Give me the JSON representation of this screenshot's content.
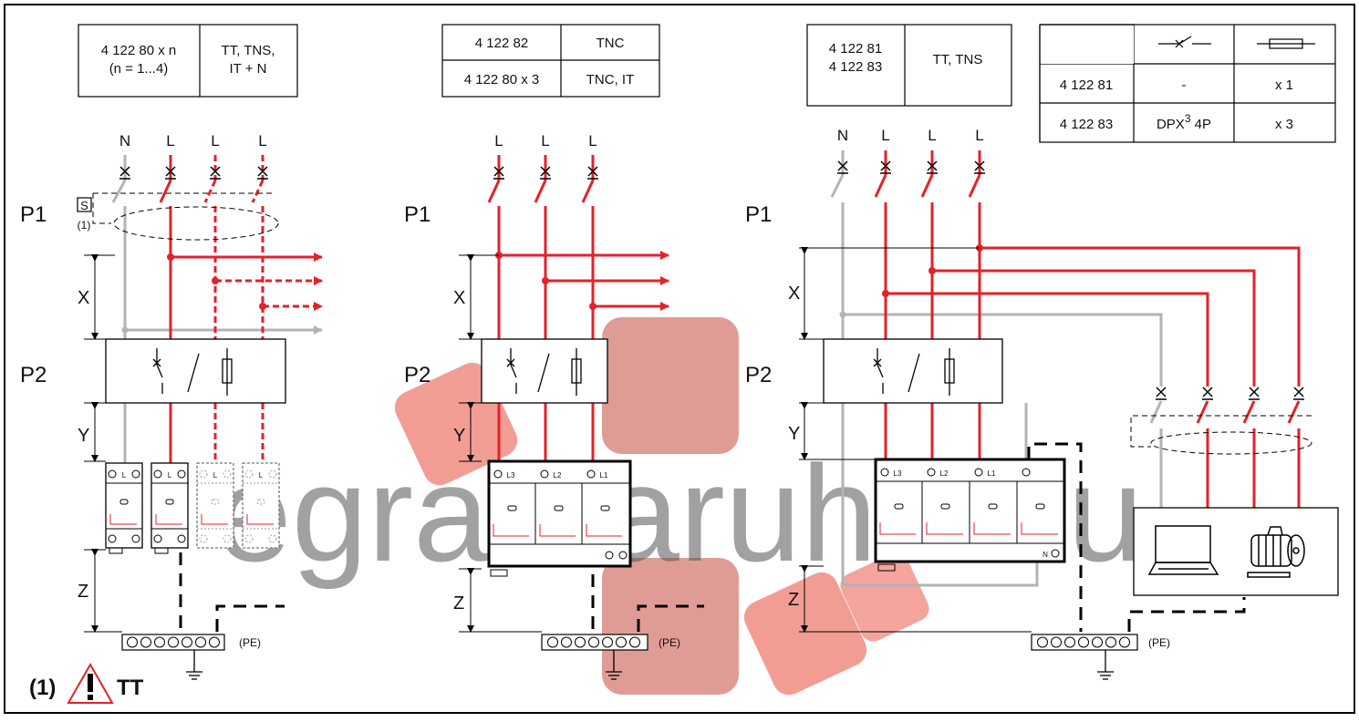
{
  "colors": {
    "phase": "#e32229",
    "neutral": "#b3b3b3",
    "line": "#000000",
    "watermark": "#d9534f"
  },
  "watermark": {
    "text": "egramaruha.hu"
  },
  "panel1": {
    "table": [
      [
        "4 122 80 x n",
        "(n = 1...4)"
      ],
      [
        "TT, TNS,",
        "IT + N"
      ]
    ],
    "conductors": [
      "N",
      "L",
      "L",
      "L"
    ],
    "p1": "P1",
    "p2": "P2",
    "switch_label": "S",
    "switch_note": "(1)",
    "dims": [
      "X",
      "Y",
      "Z"
    ],
    "spd_labels": [
      "L",
      "L",
      "L",
      "L"
    ],
    "pe": "(PE)"
  },
  "panel2": {
    "table": [
      [
        "4 122 82",
        "TNC"
      ],
      [
        "4 122 80 x 3",
        "TNC, IT"
      ]
    ],
    "conductors": [
      "L",
      "L",
      "L"
    ],
    "p1": "P1",
    "p2": "P2",
    "dims": [
      "X",
      "Y",
      "Z"
    ],
    "spd_labels": [
      "L3",
      "L2",
      "L1"
    ],
    "pe": "(PE)"
  },
  "panel3": {
    "table": [
      [
        "4 122 81",
        "4 122 83"
      ],
      [
        "TT, TNS"
      ]
    ],
    "conductors": [
      "N",
      "L",
      "L",
      "L"
    ],
    "p1": "P1",
    "p2": "P2",
    "dims": [
      "X",
      "Y",
      "Z"
    ],
    "spd_labels": [
      "L3",
      "L2",
      "L1",
      "N"
    ],
    "pe": "(PE)"
  },
  "protection_table": {
    "header": [
      "circuit-breaker-icon",
      "fuse-icon"
    ],
    "rows": [
      {
        "ref": "4 122 81",
        "breaker": "-",
        "fuse": "x 1"
      },
      {
        "ref": "4 122 83",
        "breaker_prefix": "DPX",
        "breaker_sup": "3",
        "breaker_suffix": " 4P",
        "fuse": "x 3"
      }
    ]
  },
  "footnote": {
    "ref": "(1)",
    "icon": "warning-triangle-icon",
    "text": "TT"
  }
}
